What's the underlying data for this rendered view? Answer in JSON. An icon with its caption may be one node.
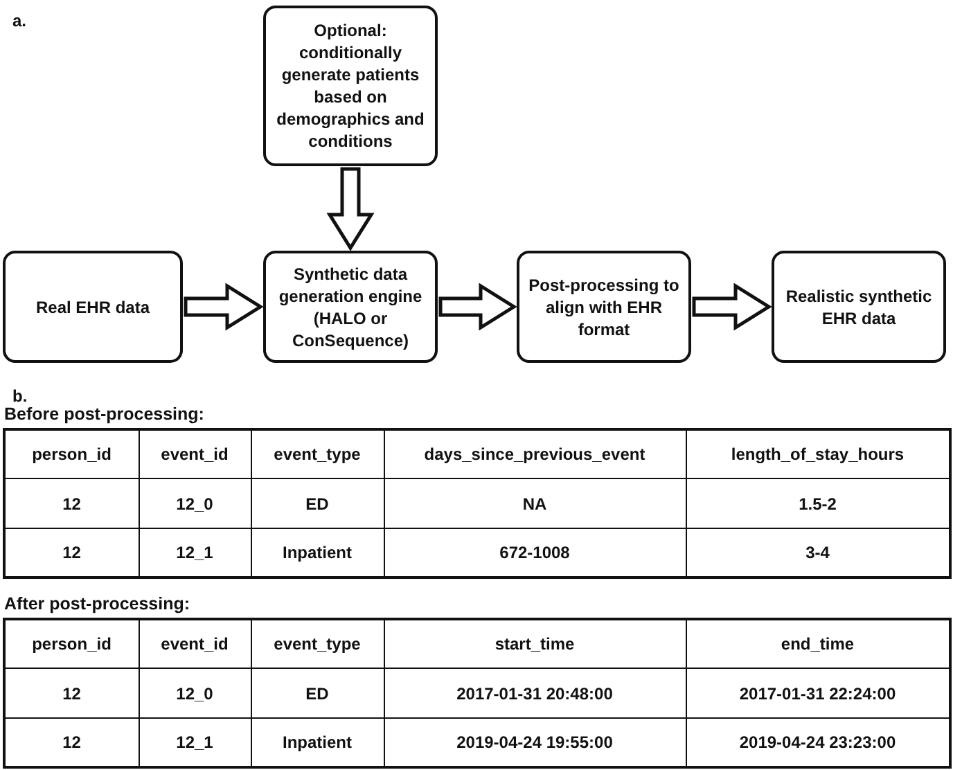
{
  "diagram": {
    "nodes": [
      {
        "text": [
          "Optional: conditionally generate patients based on demographics and conditions"
        ]
      },
      {
        "text": [
          "Real EHR data"
        ]
      },
      {
        "text": [
          "Synthetic data generation engine (HALO or ConSequence)"
        ]
      },
      {
        "text": [
          "Post-processing to align with EHR format"
        ]
      },
      {
        "text": [
          "Realistic synthetic EHR data"
        ]
      }
    ],
    "edges": [
      {
        "from": 0,
        "to": 2,
        "arrow": "to"
      },
      {
        "from": 1,
        "to": 2,
        "arrow": "to"
      },
      {
        "from": 2,
        "to": 3,
        "arrow": "to"
      },
      {
        "from": 3,
        "to": 4,
        "arrow": "to"
      }
    ],
    "labels": [
      "a.",
      "b.",
      "Before post-processing:",
      "person_id",
      "event_id",
      "event_type",
      "days_since_previous_event",
      "length_of_stay_hours",
      "12",
      "12_0",
      "ED",
      "NA",
      "1.5-2",
      "12",
      "12_1",
      "Inpatient",
      "672-1008",
      "3-4",
      "After post-processing:",
      "person_id",
      "event_id",
      "event_type",
      "start_time",
      "end_time",
      "12",
      "12_0",
      "ED",
      "2017-01-31 20:48:00",
      "2017-01-31 22:24:00",
      "12",
      "12_1",
      "Inpatient",
      "2019-04-24 19:55:00",
      "2019-04-24 23:23:00"
    ]
  }
}
